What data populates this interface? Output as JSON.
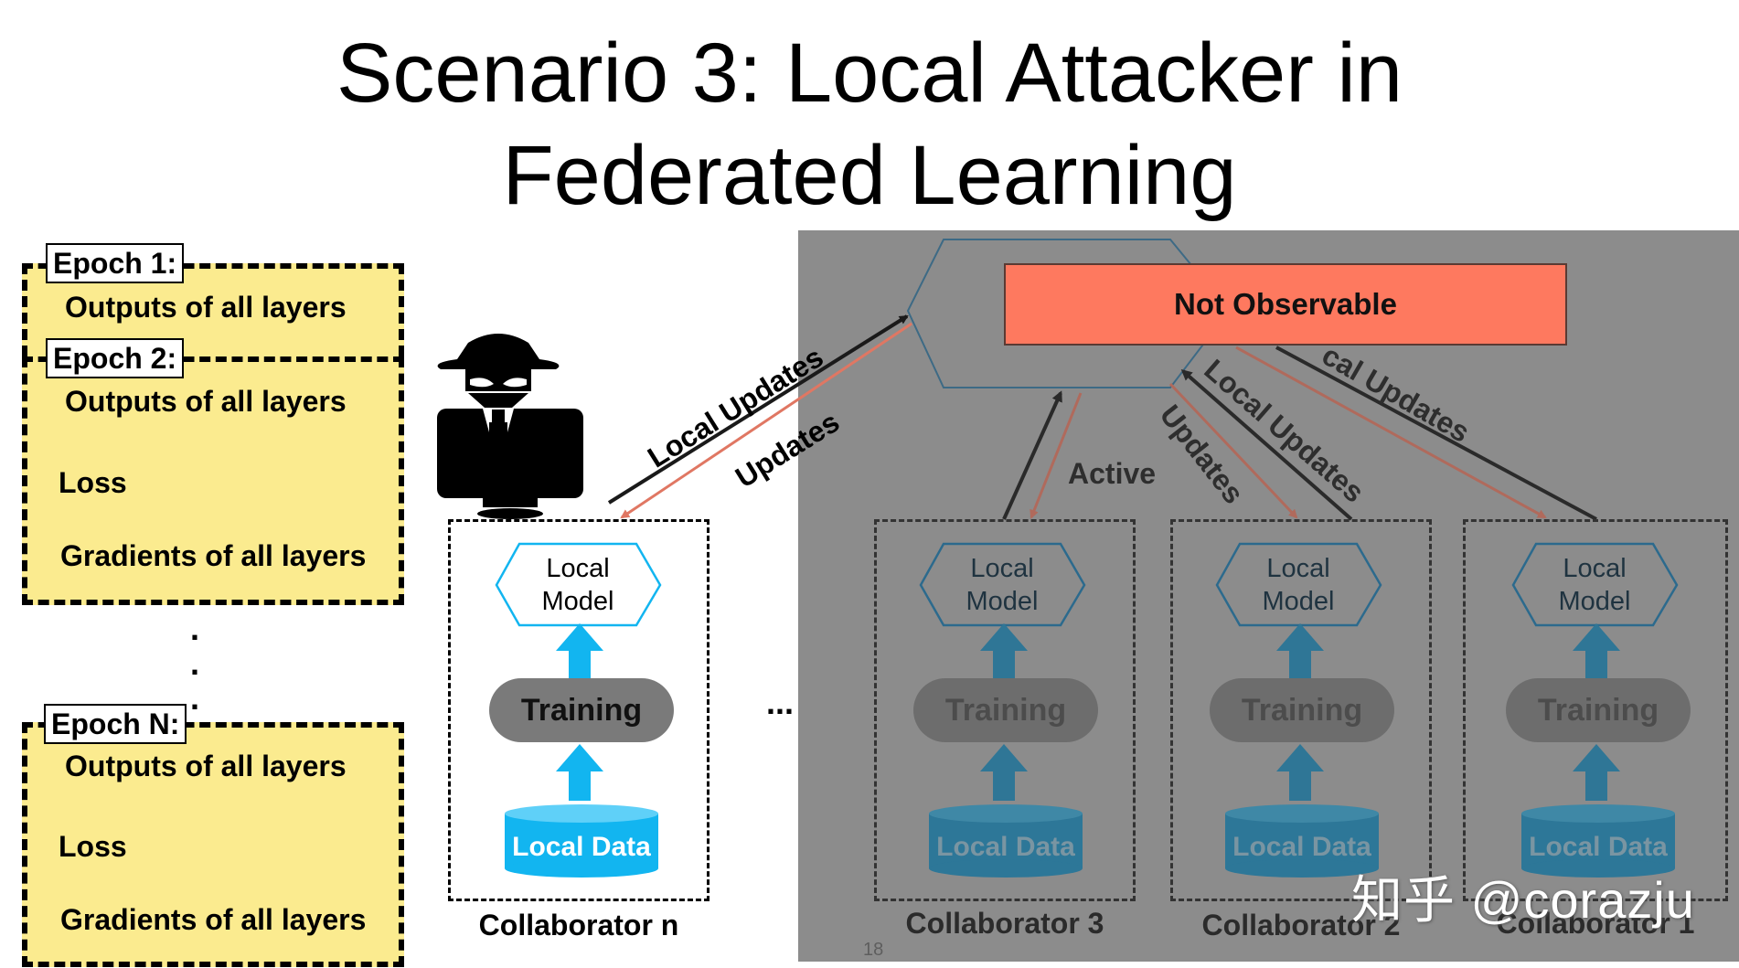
{
  "title": {
    "line1": "Scenario 3: Local Attacker in",
    "line2": "Federated Learning"
  },
  "epochs": {
    "epoch1": {
      "label": "Epoch 1:",
      "outputs": "Outputs of all layers"
    },
    "epoch2": {
      "label": "Epoch 2:",
      "outputs": "Outputs of all layers",
      "loss": "Loss",
      "gradients": "Gradients of all layers"
    },
    "epochN": {
      "label": "Epoch N:",
      "outputs": "Outputs of all layers",
      "loss": "Loss",
      "gradients": "Gradients of all layers"
    },
    "dots": "."
  },
  "server": {
    "not_observable": "Not Observable"
  },
  "labels": {
    "local_updates": "Local Updates",
    "updates": "Updates",
    "active": "Active",
    "cal_updates": "cal Updates"
  },
  "collaborators": [
    {
      "name": "Collaborator n",
      "model_line1": "Local",
      "model_line2": "Model",
      "training": "Training",
      "data": "Local Data"
    },
    {
      "name": "Collaborator 3",
      "model_line1": "Local",
      "model_line2": "Model",
      "training": "Training",
      "data": "Local Data"
    },
    {
      "name": "Collaborator 2",
      "model_line1": "Local",
      "model_line2": "Model",
      "training": "Training",
      "data": "Local Data"
    },
    {
      "name": "Collaborator 1",
      "model_line1": "Local",
      "model_line2": "Model",
      "training": "Training",
      "data": "Local Data"
    }
  ],
  "ellipsis": "...",
  "page_number": "18",
  "watermark": "知乎 @corazju",
  "colors": {
    "epoch_fill": "#fbeb8f",
    "gray_panel": "#8c8c8c",
    "not_observable": "#fe795f",
    "data_blue": "#12b5f0",
    "arrow_red": "#e07763"
  },
  "icons": [
    "attacker-icon"
  ]
}
